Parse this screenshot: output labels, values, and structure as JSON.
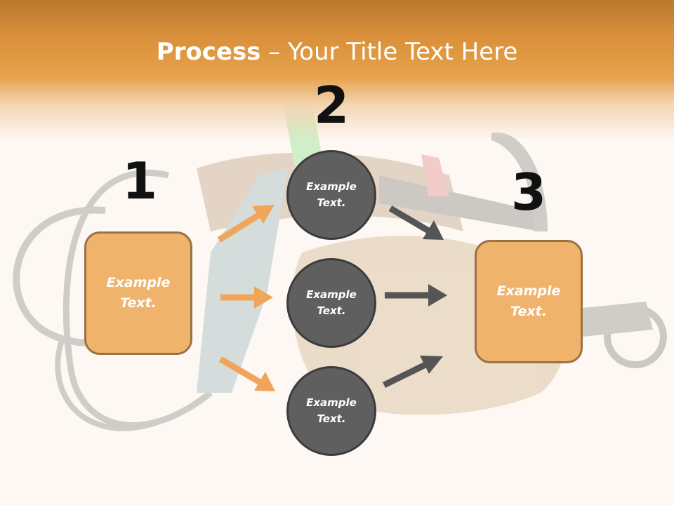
{
  "title": {
    "bold": "Process",
    "rest": " – Your Title Text Here"
  },
  "steps": {
    "one": "1",
    "two": "2",
    "three": "3"
  },
  "left_box": {
    "text": "Example Text."
  },
  "right_box": {
    "text": "Example Text."
  },
  "circles": [
    {
      "text": "Example Text."
    },
    {
      "text": "Example Text."
    },
    {
      "text": "Example Text."
    }
  ],
  "colors": {
    "orange_arrow": "#f0a55a",
    "gray_arrow": "#555555",
    "box_fill": "#f0b36c",
    "circle_fill": "#5f5f5f"
  },
  "background_icon": "tool-belt-with-power-tools-image"
}
